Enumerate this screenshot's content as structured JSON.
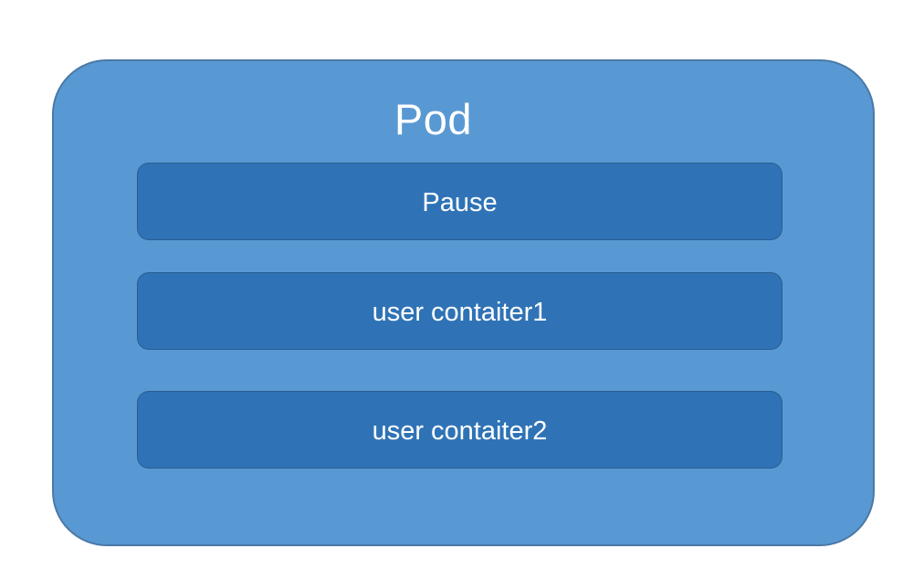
{
  "diagram": {
    "title": "Pod",
    "containers": [
      {
        "label": "Pause"
      },
      {
        "label": "user contaiter1"
      },
      {
        "label": "user contaiter2"
      }
    ],
    "colors": {
      "pod_fill": "#5899d3",
      "pod_border": "#4b79a7",
      "container_fill": "#2f73b6",
      "container_border": "#264264",
      "text": "#ffffff",
      "page_background": "#ffffff"
    }
  }
}
